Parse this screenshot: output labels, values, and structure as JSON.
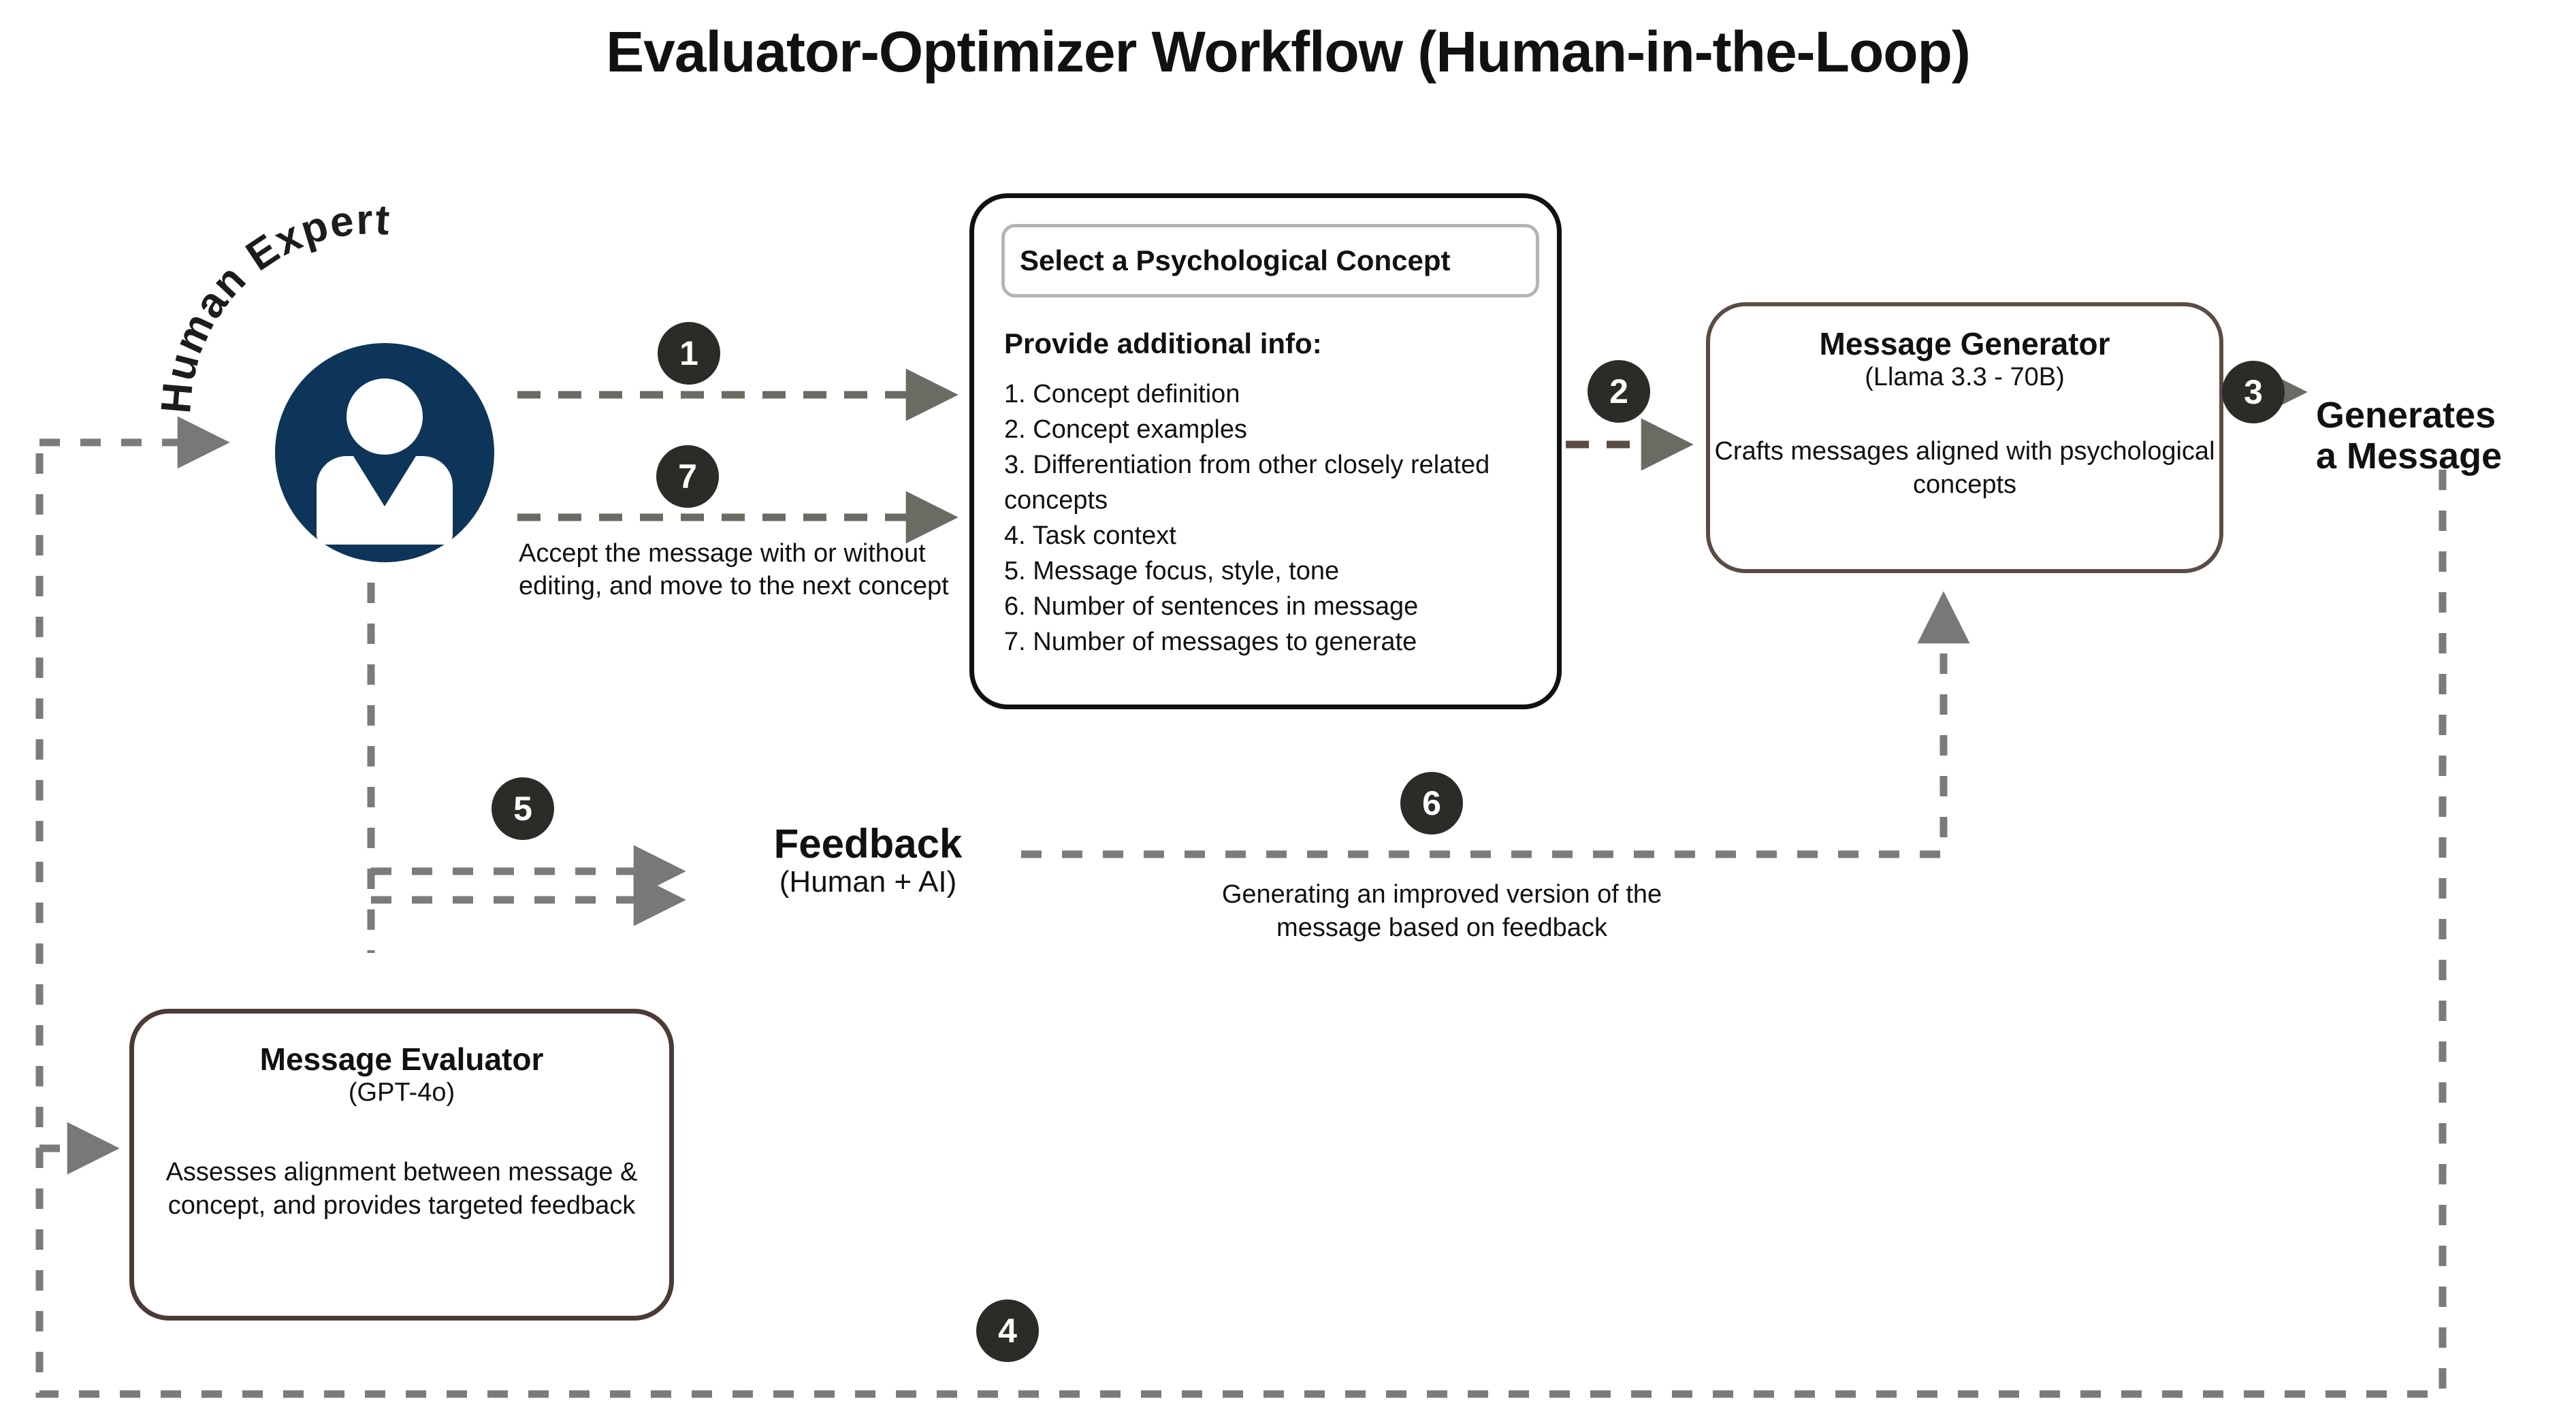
{
  "title": "Evaluator-Optimizer Workflow (Human-in-the-Loop)",
  "actors": {
    "human": {
      "label": "Human Expert",
      "icon": "person-avatar-icon"
    },
    "generator": {
      "name": "Message Generator",
      "model": "(Llama 3.3 - 70B)",
      "description": "Crafts messages aligned with psychological concepts"
    },
    "evaluator": {
      "name": "Message Evaluator",
      "model": "(GPT-4o)",
      "description": "Assesses alignment between message & concept, and provides targeted feedback"
    }
  },
  "concept_panel": {
    "select_label": "Select a Psychological Concept",
    "subtitle": "Provide additional info:",
    "items": [
      "1. Concept definition",
      "2. Concept examples",
      "3. Differentiation from other closely related concepts",
      "4. Task context",
      "5. Message focus, style, tone",
      "6. Number of sentences in message",
      "7. Number of messages to generate"
    ]
  },
  "outputs": {
    "generates_line1": "Generates",
    "generates_line2": "a Message"
  },
  "feedback": {
    "title": "Feedback",
    "subtitle": "(Human + AI)",
    "generator_caption": "Generating an improved version of the message based on feedback"
  },
  "accept_note": "Accept the message with or without editing, and move to the next concept",
  "steps": [
    {
      "number": "1"
    },
    {
      "number": "2"
    },
    {
      "number": "3"
    },
    {
      "number": "4"
    },
    {
      "number": "5"
    },
    {
      "number": "6"
    },
    {
      "number": "7"
    }
  ],
  "colors": {
    "avatar": "#0d3559",
    "badge": "#2b2b28",
    "card_border": "#4a3c35",
    "wire": "#6b6b64",
    "wire_light": "#7b7b7b",
    "text": "#111111"
  }
}
